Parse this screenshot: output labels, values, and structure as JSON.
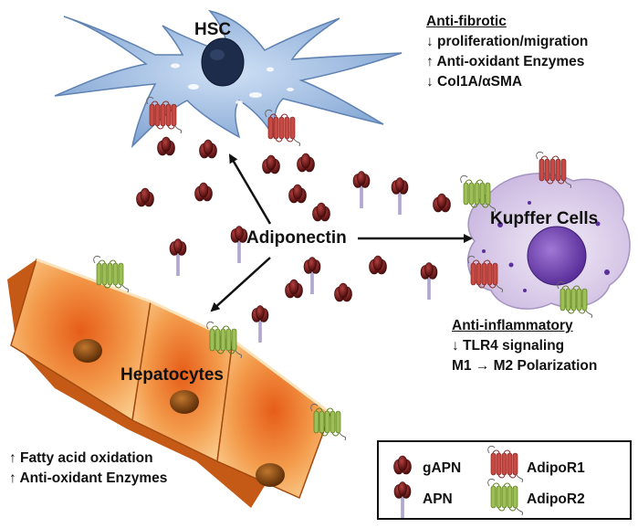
{
  "labels": {
    "hsc": "HSC",
    "adiponectin": "Adiponectin",
    "kupffer": "Kupffer Cells",
    "hepatocytes": "Hepatocytes"
  },
  "anti_fibrotic": {
    "title": "Anti-fibrotic",
    "lines": [
      "↓ proliferation/migration",
      "↑ Anti-oxidant Enzymes",
      "↓ Col1A/αSMA"
    ]
  },
  "anti_inflammatory": {
    "title": "Anti-inflammatory",
    "lines": [
      "↓ TLR4 signaling",
      "M1 → M2 Polarization"
    ]
  },
  "hepatocyte_effects": {
    "lines": [
      "↑ Fatty acid oxidation",
      "↑ Anti-oxidant Enzymes"
    ]
  },
  "legend": {
    "gapn": "gAPN",
    "apn": "APN",
    "adipor1": "AdipoR1",
    "adipor2": "AdipoR2"
  },
  "colors": {
    "hsc": "#a9c6ea",
    "kupffer": "#e6dcf0",
    "kupffer_nucleus": "#7a4fb8",
    "hepatocyte": "#f08c3c",
    "nucleus_brown": "#8a4a12",
    "gapn": "#7a1a1a",
    "adipor1": "#c0504d",
    "adipor2": "#8fb04a"
  }
}
